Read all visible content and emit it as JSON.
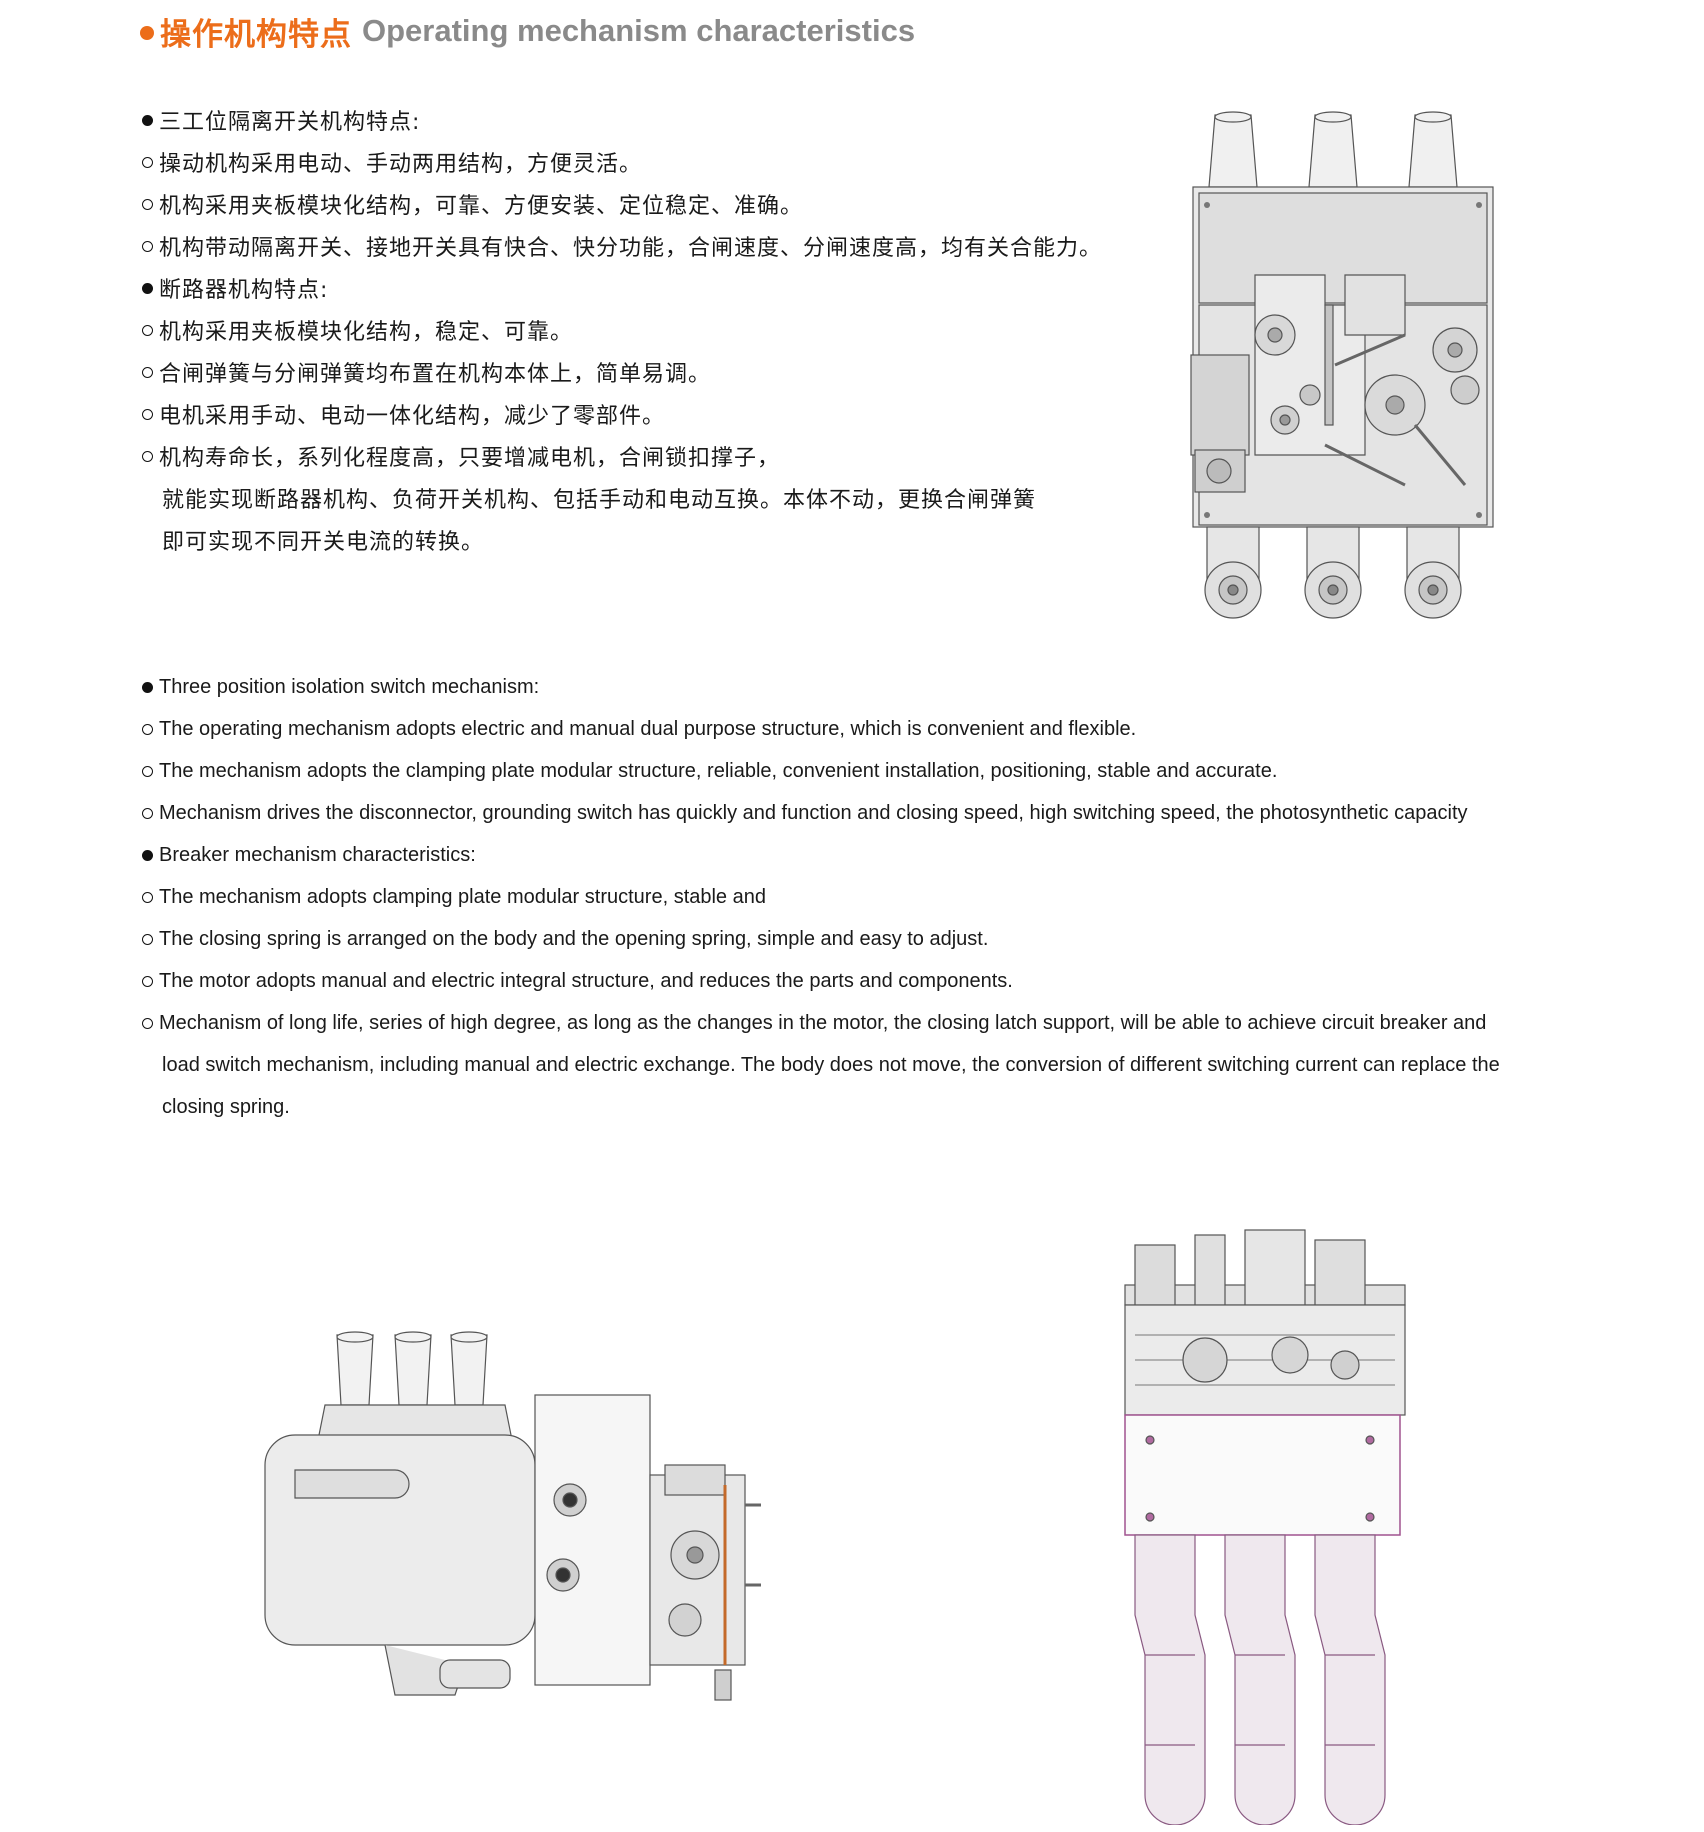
{
  "heading": {
    "title_zh": "操作机构特点",
    "title_en": "Operating mechanism characteristics",
    "accent_color": "#ec6d1a",
    "subtitle_color": "#8a8a8a"
  },
  "chinese_items": [
    {
      "marker": "filled",
      "text": "三工位隔离开关机构特点:"
    },
    {
      "marker": "hollow",
      "text": " 操动机构采用电动、手动两用结构，方便灵活。"
    },
    {
      "marker": "hollow",
      "text": "机构采用夹板模块化结构，可靠、方便安装、定位稳定、准确。"
    },
    {
      "marker": "hollow",
      "text": "机构带动隔离开关、接地开关具有快合、快分功能，合闸速度、分闸速度高，均有关合能力。"
    },
    {
      "marker": "filled",
      "text": "断路器机构特点:"
    },
    {
      "marker": "hollow",
      "text": "机构采用夹板模块化结构，稳定、可靠。"
    },
    {
      "marker": "hollow",
      "text": "合闸弹簧与分闸弹簧均布置在机构本体上，简单易调。"
    },
    {
      "marker": "hollow",
      "text": "电机采用手动、电动一体化结构，减少了零部件。"
    },
    {
      "marker": "hollow",
      "text": "机构寿命长，系列化程度高，只要增减电机，合闸锁扣撑子，"
    },
    {
      "marker": "none",
      "text": "就能实现断路器机构、负荷开关机构、包括手动和电动互换。本体不动，更换合闸弹簧"
    },
    {
      "marker": "none",
      "text": "即可实现不同开关电流的转换。"
    }
  ],
  "english_items": [
    {
      "marker": "filled",
      "text": "Three position isolation switch mechanism:"
    },
    {
      "marker": "hollow",
      "text": "The operating mechanism adopts electric and manual dual purpose structure, which is convenient and flexible."
    },
    {
      "marker": "hollow",
      "text": "The mechanism adopts the clamping plate modular structure, reliable, convenient installation,  positioning, stable and accurate."
    },
    {
      "marker": "hollow",
      "text": "Mechanism drives the disconnector, grounding switch has quickly and function and closing speed, high switching speed, the photosynthetic capacity"
    },
    {
      "marker": "filled",
      "text": "Breaker mechanism characteristics:"
    },
    {
      "marker": "hollow",
      "text": "The mechanism adopts clamping plate modular structure, stable and"
    },
    {
      "marker": "hollow",
      "text": "The closing spring is arranged on the body and the opening spring, simple and easy to adjust."
    },
    {
      "marker": "hollow",
      "text": "The motor adopts manual and electric integral structure, and reduces the parts and components."
    },
    {
      "marker": "hollow",
      "text": "Mechanism of long life, series of high degree, as long as the changes in the motor, the closing latch support, will be able to achieve circuit breaker and"
    },
    {
      "marker": "none",
      "text": "load switch mechanism, including manual and electric exchange. The body does not move, the conversion of different switching current can replace the"
    },
    {
      "marker": "none",
      "text": "closing spring."
    }
  ]
}
